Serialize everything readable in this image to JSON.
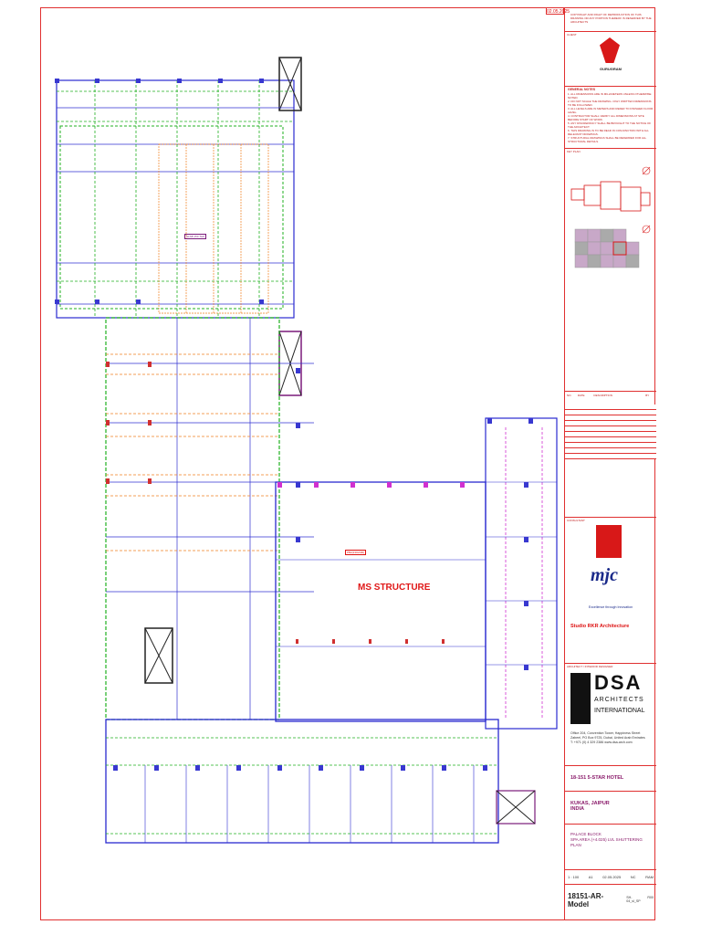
{
  "sheet": {
    "date_tag": "02.05.2025",
    "copyright": "COPYRIGHT AND RIGHT OF REPRODUCTION OF THIS DRAWING OR ANY PORTION THEREOF IS RESERVED BY THE ARCHITECTS"
  },
  "client": {
    "label": "CLIENT",
    "logo_text": "GURUGRAM"
  },
  "notes": {
    "title": "GENERAL NOTES",
    "items": [
      "1. ALL DIMENSIONS ARE IN MILLIMETERS UNLESS OTHERWISE NOTED.",
      "2. DO NOT SCALE THE DRAWING. ONLY WRITTEN DIMENSIONS TO BE FOLLOWED.",
      "3. ALL LEVELS ARE IN METERS AND REFER TO FINISHED FLOOR LEVEL.",
      "4. CONTRACTOR SHALL VERIFY ALL DIMENSIONS AT SITE BEFORE START OF WORK.",
      "5. ANY DISCREPANCY SHALL BE BROUGHT TO THE NOTICE OF THE ARCHITECT.",
      "6. THIS DRAWING IS TO BE READ IN CONJUNCTION WITH ALL RELEVANT DRAWINGS.",
      "7. STRUCTURAL DRAWINGS SHALL BE REFERRED FOR ALL STRUCTURAL DETAILS."
    ]
  },
  "key_plan": {
    "label": "KEY PLAN"
  },
  "revisions": {
    "col_no": "NO.",
    "col_date": "DATE",
    "col_desc": "DESCRIPTION",
    "col_by": "BY"
  },
  "consultant": {
    "label": "CONSULTANT",
    "logo_text": "mjc",
    "tagline": "Excellence through Innovation",
    "studio": "Studio RKR Architecture"
  },
  "architect": {
    "label": "ARCHITECT / INTERIOR DESIGNER",
    "line1": "DSA",
    "line2": "ARCHITECTS",
    "line3": "INTERNATIONAL",
    "address1": "Office 204, Convention Tower, Happiness Street",
    "address2": "Zabeel, PO Box 9725, Dubai, United Arab Emirates",
    "address3": "T: +971 (0) 4 329 2386   www.dsa-arch.com"
  },
  "project": {
    "name": "18-151 5-STAR HOTEL",
    "location1": "KUKAS, JAIPUR",
    "location2": "INDIA",
    "title1": "PALACE BLOCK",
    "title2": "SPA AREA (+4.025) LVL SHUTTERING PLAN"
  },
  "meta": {
    "scale_label": "SCALE",
    "scale": "1 : 100",
    "size": "A1",
    "date": "02.05.2025",
    "checked": "NC",
    "drawn": "RAM"
  },
  "drawing_no": {
    "prefix": "18151-AR- Model",
    "suffix": "SH-04_sl_SP",
    "rev": "R00"
  },
  "plan": {
    "center_label": "MS STRUCTURE",
    "beam_tag": "PB2(230x600)",
    "slab_tag": "SLAB 150 THK"
  }
}
